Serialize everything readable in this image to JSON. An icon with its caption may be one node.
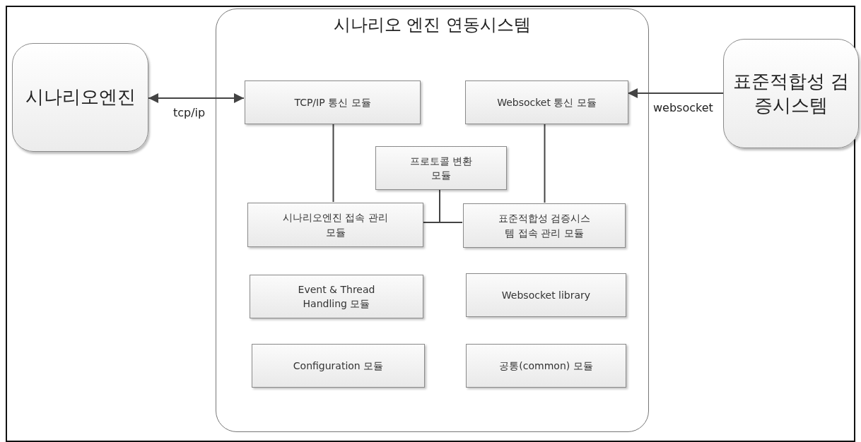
{
  "diagram": {
    "nodes": [
      {
        "text": [
          "시나리오엔진"
        ]
      },
      {
        "text": [
          "시나리오 엔진 연동시스템"
        ]
      },
      {
        "text": [
          "TCP/IP 통신 모듈"
        ],
        "in": 1
      },
      {
        "text": [
          "Websocket 통신 모듈"
        ],
        "in": 1
      },
      {
        "text": [
          "프로토콜 변환 모듈"
        ],
        "in": 1
      },
      {
        "text": [
          "시나리오엔진 접속 관리 모듈"
        ],
        "in": 1
      },
      {
        "text": [
          "표준적합성 검증시스템 접속 관리 모듈"
        ],
        "in": 1
      },
      {
        "text": [
          "Event & Thread Handling 모듈"
        ],
        "in": 1
      },
      {
        "text": [
          "Websocket library"
        ],
        "in": 1
      },
      {
        "text": [
          "Configuration 모듈"
        ],
        "in": 1
      },
      {
        "text": [
          "공통(common) 모듈"
        ],
        "in": 1
      },
      {
        "text": [
          "표준적합성 검증시스템"
        ]
      }
    ],
    "edges": [
      {
        "from": 0,
        "to": 2,
        "arrow": "both"
      },
      {
        "from": 11,
        "to": 3,
        "arrow": "to"
      },
      {
        "from": 2,
        "to": 5,
        "arrow": "none"
      },
      {
        "from": 3,
        "to": 6,
        "arrow": "none"
      },
      {
        "from": 4,
        "to": 5,
        "arrow": "none"
      },
      {
        "from": 4,
        "to": 6,
        "arrow": "none"
      }
    ],
    "labels": [
      "tcp/ip",
      "websocket"
    ]
  }
}
